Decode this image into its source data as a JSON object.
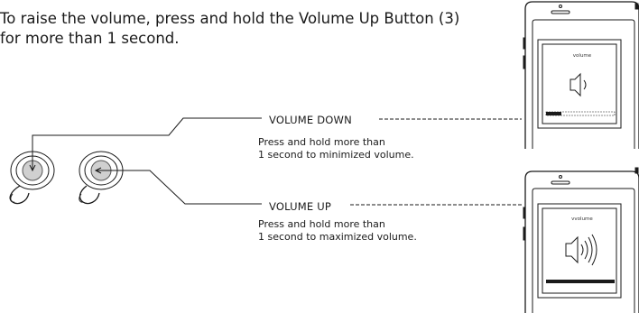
{
  "instruction": {
    "line1": "To raise the volume, press and hold the Volume Up Button (3)",
    "line2": "for more than 1 second."
  },
  "volume_down": {
    "title": "VOLUME DOWN",
    "desc_line1": "Press and hold more than",
    "desc_line2": "1 second to  minimized volume."
  },
  "volume_up": {
    "title": "VOLUME UP",
    "desc_line1": "Press and hold more than",
    "desc_line2": "1 second to maximized volume."
  },
  "phone_down": {
    "screen_label": "volume",
    "level_segments_filled": 4,
    "level_segments_total": 18,
    "icon": "speaker-low-volume-icon"
  },
  "phone_up": {
    "screen_label": "vvolume",
    "level_segments_filled": 18,
    "level_segments_total": 18,
    "icon": "speaker-high-volume-icon"
  },
  "colors": {
    "line": "#1a1a1a",
    "text": "#1a1a1a"
  }
}
